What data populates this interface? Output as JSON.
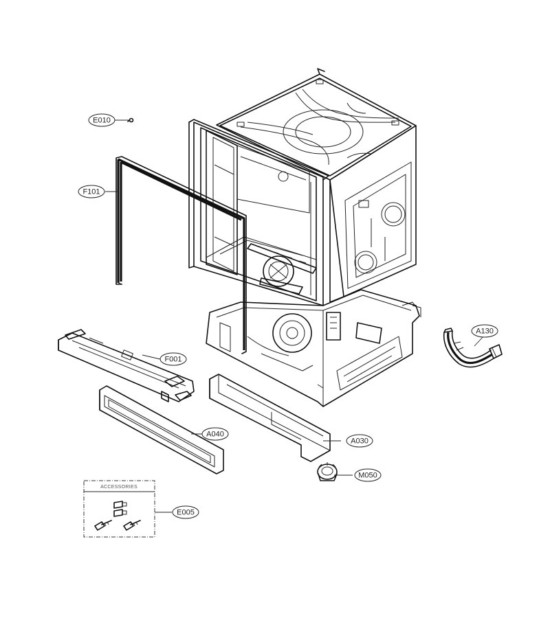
{
  "diagram": {
    "type": "exploded-parts-diagram",
    "callouts": [
      {
        "id": "E010",
        "label": "E010"
      },
      {
        "id": "F101",
        "label": "F101"
      },
      {
        "id": "F001",
        "label": "F001"
      },
      {
        "id": "A040",
        "label": "A040"
      },
      {
        "id": "A030",
        "label": "A030"
      },
      {
        "id": "A130",
        "label": "A130"
      },
      {
        "id": "M050",
        "label": "M050"
      },
      {
        "id": "E005",
        "label": "E005"
      }
    ],
    "accessories": {
      "title": "ACCESSORIES"
    }
  }
}
